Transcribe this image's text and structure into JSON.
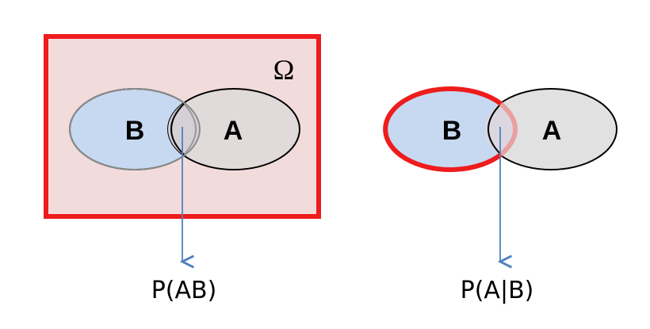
{
  "colors": {
    "frame_stroke": "#ee1c1c",
    "frame_fill": "#f2dcdb",
    "set_b_fill": "#c6d9f0",
    "set_a_fill": "#e1e1e1",
    "overlap_fill": "#d8d0d8",
    "outline": "#000000",
    "arrow": "#4f81bd"
  },
  "left_diagram": {
    "universe_label": "Ω",
    "set_b_label": "B",
    "set_a_label": "A",
    "caption": "P(AB)"
  },
  "right_diagram": {
    "set_b_label": "B",
    "set_a_label": "A",
    "caption": "P(A|B)"
  }
}
